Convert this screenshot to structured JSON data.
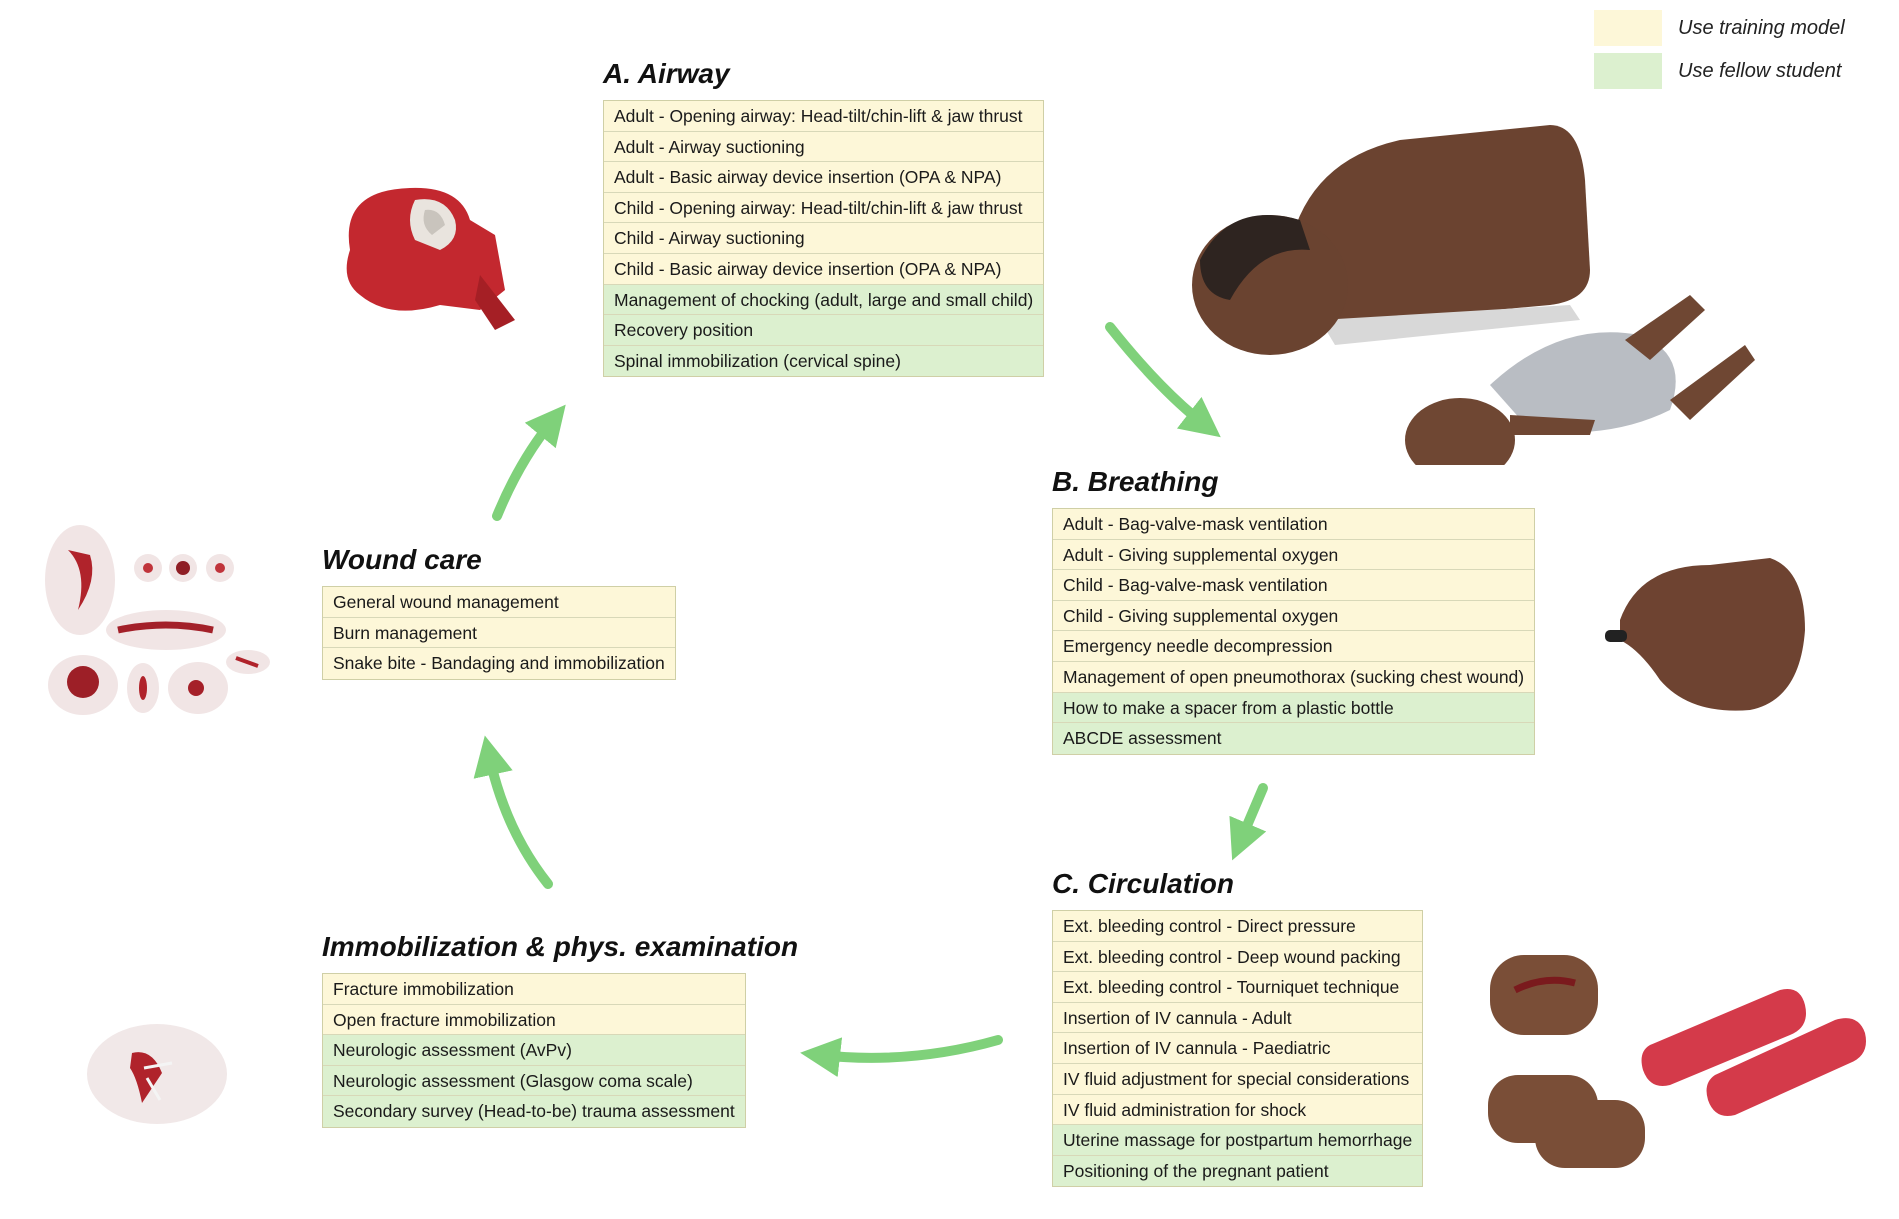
{
  "colors": {
    "training_model": "#fdf7d8",
    "fellow_student": "#dcf0cf",
    "arrow": "#7fd17a"
  },
  "legend": [
    {
      "label": "Use training model",
      "type": "training_model"
    },
    {
      "label": "Use fellow student",
      "type": "fellow_student"
    }
  ],
  "sections": {
    "airway": {
      "title": "A. Airway",
      "items": [
        {
          "label": "Adult - Opening airway: Head-tilt/chin-lift & jaw thrust",
          "type": "training_model"
        },
        {
          "label": "Adult - Airway suctioning",
          "type": "training_model"
        },
        {
          "label": "Adult - Basic airway device insertion (OPA & NPA)",
          "type": "training_model"
        },
        {
          "label": "Child - Opening airway: Head-tilt/chin-lift & jaw thrust",
          "type": "training_model"
        },
        {
          "label": "Child - Airway suctioning",
          "type": "training_model"
        },
        {
          "label": "Child - Basic airway device insertion (OPA & NPA)",
          "type": "training_model"
        },
        {
          "label": "Management of chocking (adult, large and small child)",
          "type": "fellow_student"
        },
        {
          "label": "Recovery position",
          "type": "fellow_student"
        },
        {
          "label": "Spinal immobilization (cervical spine)",
          "type": "fellow_student"
        }
      ]
    },
    "breathing": {
      "title": "B.  Breathing",
      "items": [
        {
          "label": "Adult - Bag-valve-mask ventilation",
          "type": "training_model"
        },
        {
          "label": "Adult - Giving supplemental oxygen",
          "type": "training_model"
        },
        {
          "label": "Child - Bag-valve-mask ventilation",
          "type": "training_model"
        },
        {
          "label": "Child - Giving supplemental oxygen",
          "type": "training_model"
        },
        {
          "label": "Emergency needle decompression",
          "type": "training_model"
        },
        {
          "label": "Management of open pneumothorax (sucking chest wound)",
          "type": "training_model"
        },
        {
          "label": "How to make a spacer from a plastic bottle",
          "type": "fellow_student"
        },
        {
          "label": "ABCDE assessment",
          "type": "fellow_student"
        }
      ]
    },
    "circulation": {
      "title": "C.  Circulation",
      "items": [
        {
          "label": "Ext. bleeding control - Direct pressure",
          "type": "training_model"
        },
        {
          "label": "Ext. bleeding control - Deep wound packing",
          "type": "training_model"
        },
        {
          "label": "Ext. bleeding control - Tourniquet technique",
          "type": "training_model"
        },
        {
          "label": "Insertion of IV cannula - Adult",
          "type": "training_model"
        },
        {
          "label": "Insertion of IV cannula - Paediatric",
          "type": "training_model"
        },
        {
          "label": "IV fluid adjustment for special considerations",
          "type": "training_model"
        },
        {
          "label": "IV fluid administration for shock",
          "type": "training_model"
        },
        {
          "label": "Uterine massage for postpartum hemorrhage",
          "type": "fellow_student"
        },
        {
          "label": "Positioning of the pregnant patient",
          "type": "fellow_student"
        }
      ]
    },
    "immobilization": {
      "title": "Immobilization & phys. examination",
      "items": [
        {
          "label": "Fracture immobilization",
          "type": "training_model"
        },
        {
          "label": "Open fracture immobilization",
          "type": "training_model"
        },
        {
          "label": "Neurologic assessment (AvPv)",
          "type": "fellow_student"
        },
        {
          "label": "Neurologic assessment (Glasgow coma scale)",
          "type": "fellow_student"
        },
        {
          "label": "Secondary survey (Head-to-be) trauma assessment",
          "type": "fellow_student"
        }
      ]
    },
    "wound": {
      "title": "Wound care",
      "items": [
        {
          "label": "General wound management",
          "type": "training_model"
        },
        {
          "label": "Burn management",
          "type": "training_model"
        },
        {
          "label": "Snake bite - Bandaging and immobilization",
          "type": "training_model"
        }
      ]
    }
  },
  "illustrations": [
    "airway-head-model-icon",
    "adult-infant-manikin-icon",
    "chest-decompression-pad-icon",
    "bleeding-pads-icon",
    "wound-moulages-icon",
    "fracture-moulage-icon"
  ]
}
